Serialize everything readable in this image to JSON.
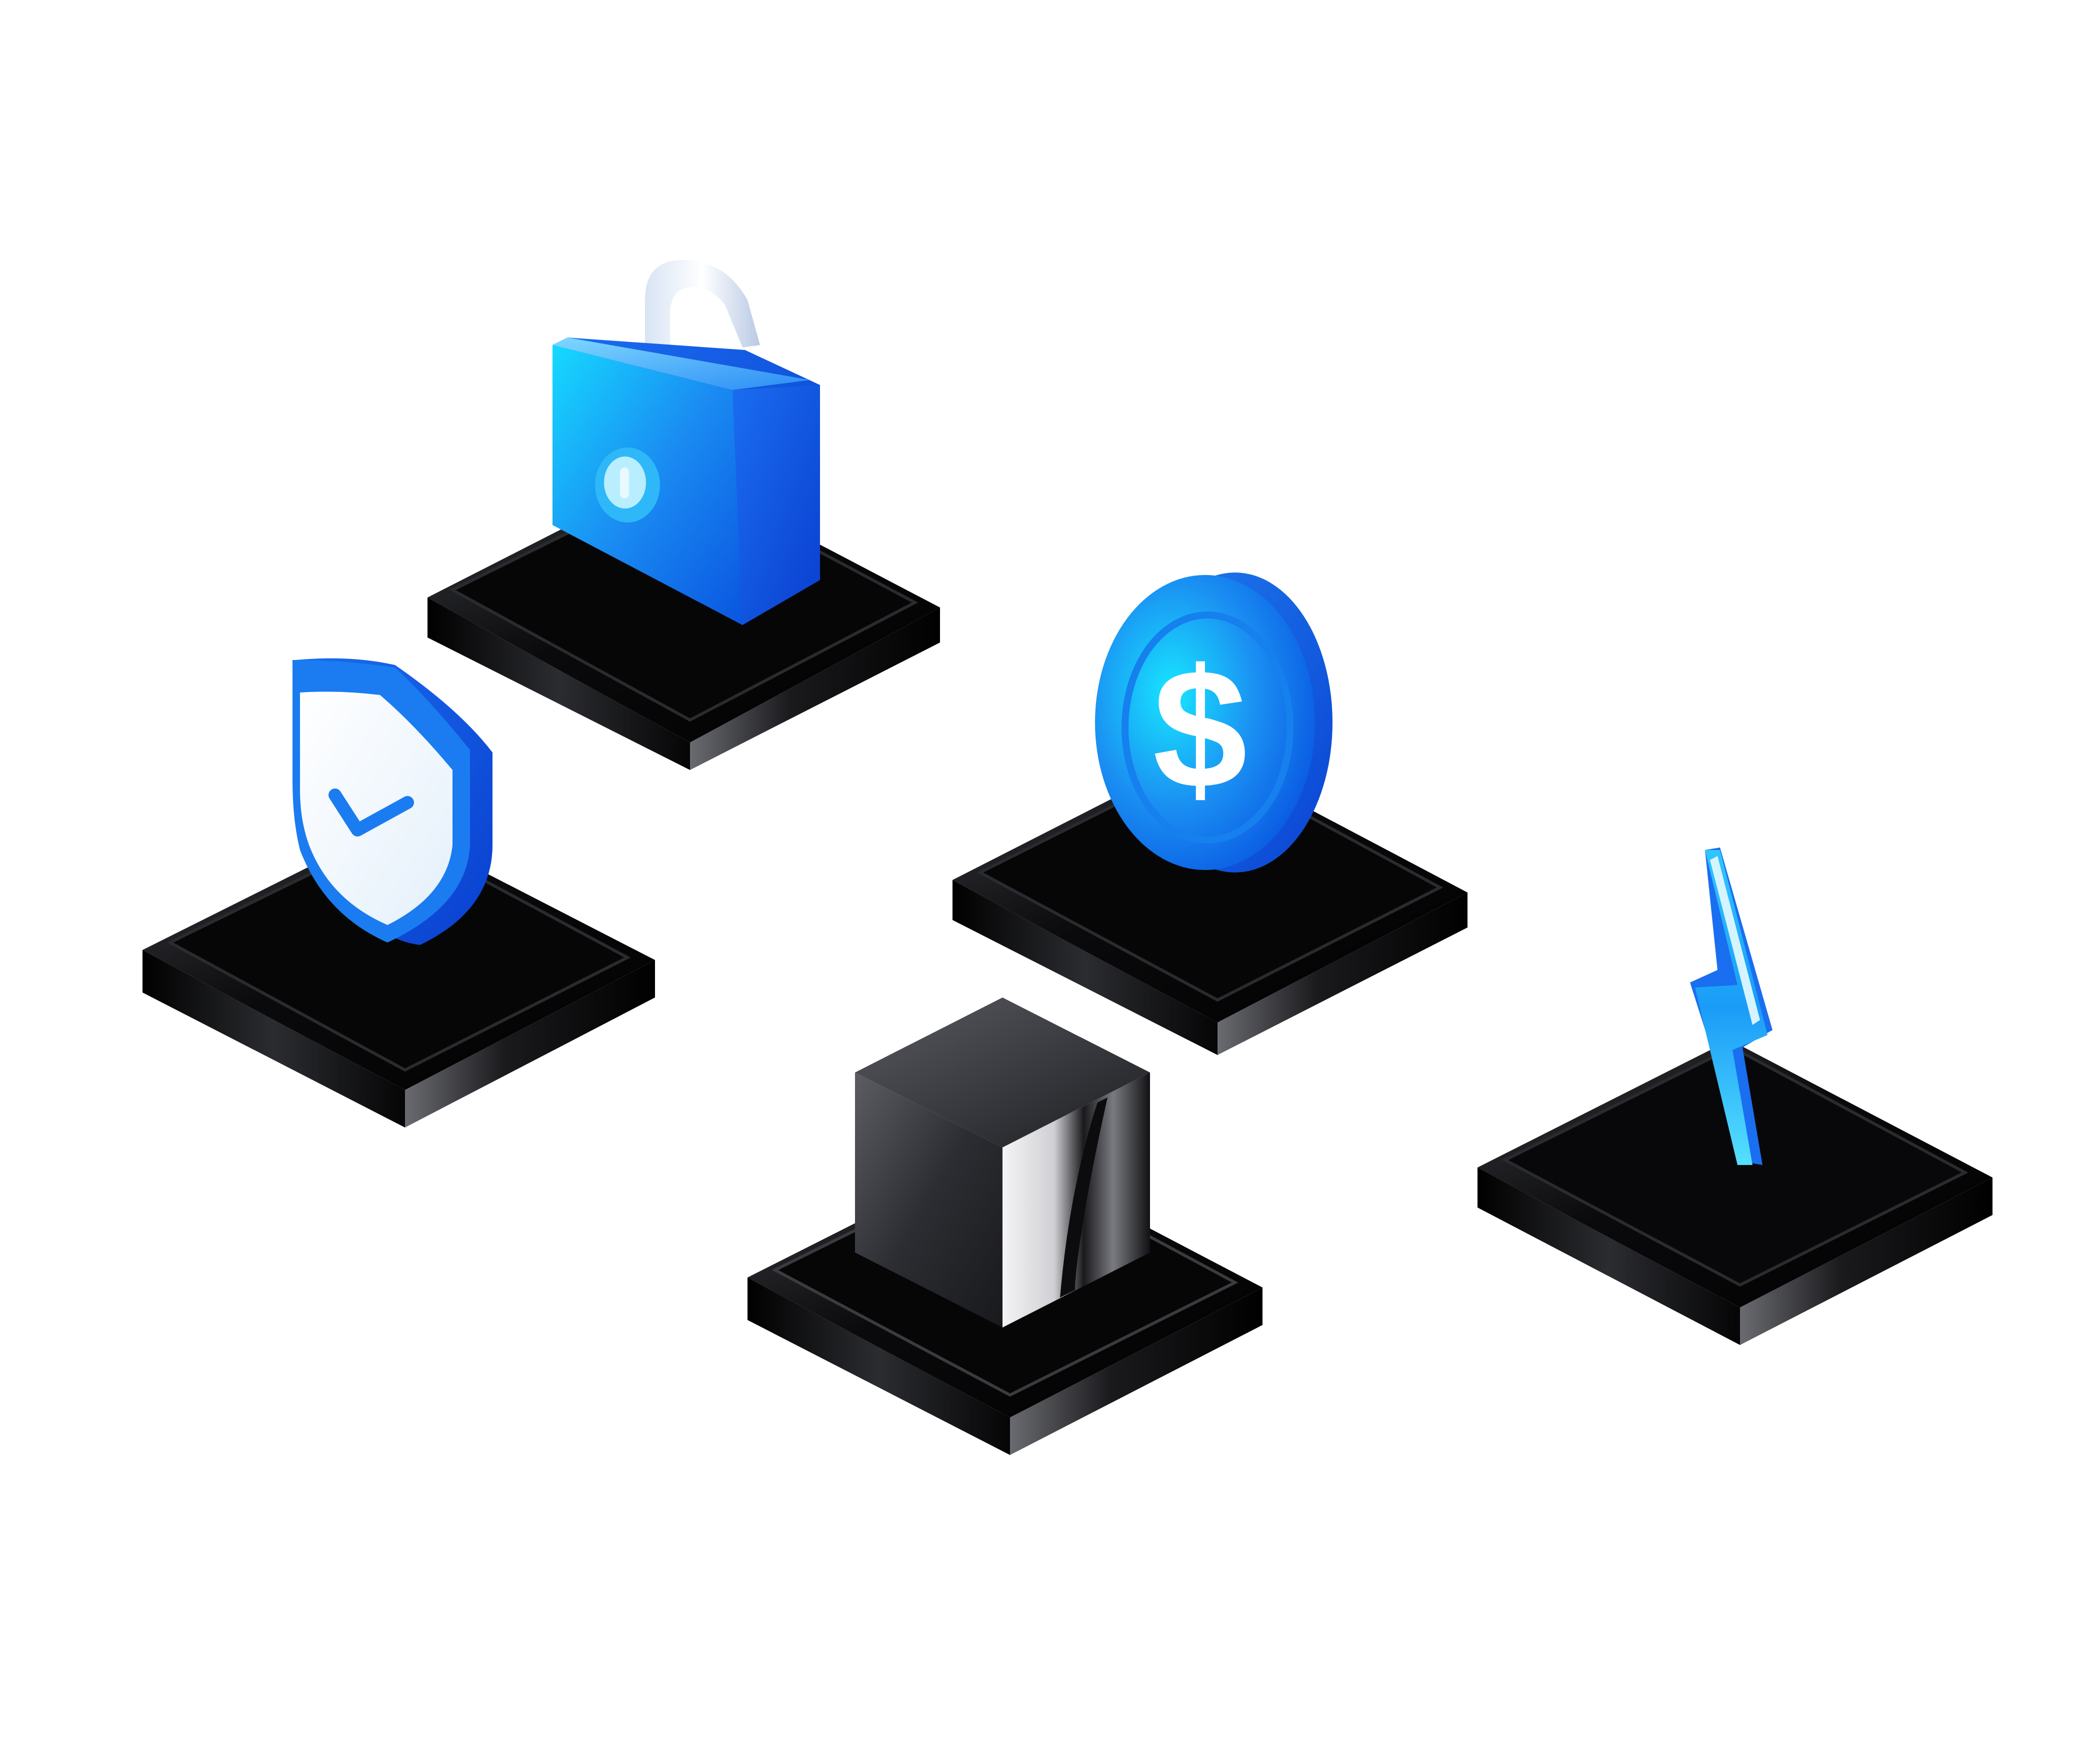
{
  "scene": {
    "background_color": "#ffffff",
    "icons": [
      {
        "name": "lock",
        "icon": "padlock-icon",
        "color": "#1a73f0"
      },
      {
        "name": "shield",
        "icon": "shield-check-icon",
        "color": "#1a7ff0"
      },
      {
        "name": "coin",
        "icon": "dollar-coin-icon",
        "color": "#1478f0"
      },
      {
        "name": "cube",
        "icon": "cube-icon",
        "color": "#3a3b42"
      },
      {
        "name": "bolt",
        "icon": "lightning-bolt-icon",
        "color": "#22b5f5"
      }
    ],
    "pedestal_color": "#0a0a0c",
    "accent_color": "#0a6af5"
  },
  "coin": {
    "symbol": "$"
  }
}
